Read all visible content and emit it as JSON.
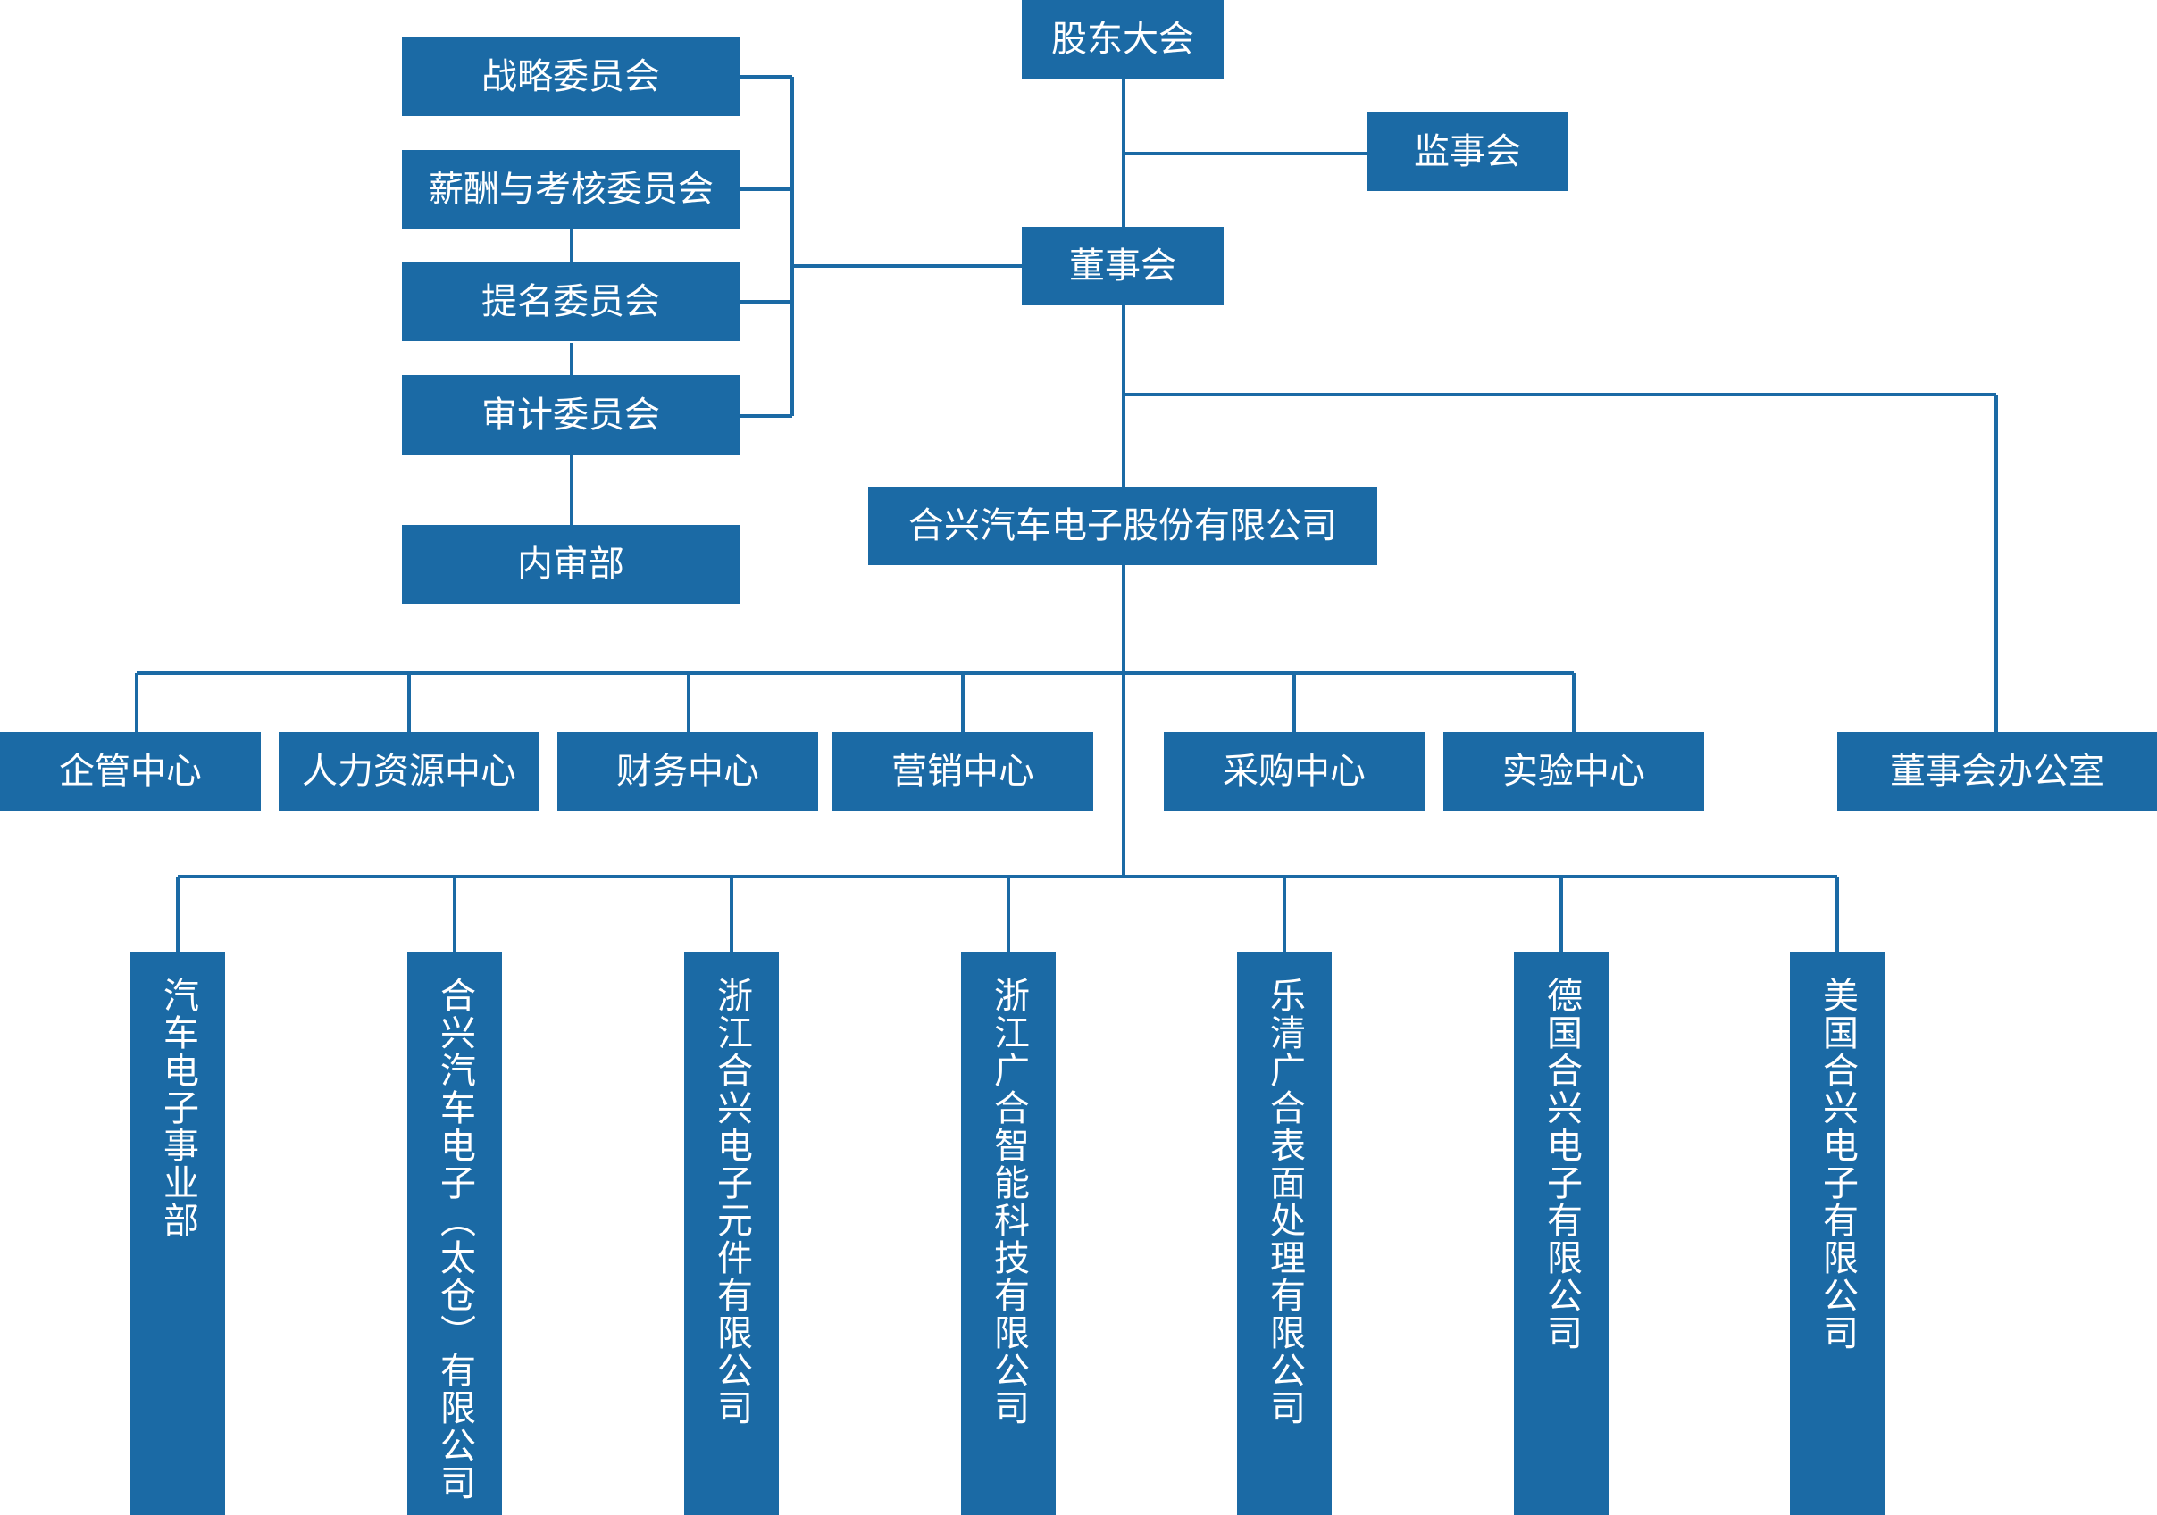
{
  "chart": {
    "shareholders": "股东大会",
    "supervisory": "监事会",
    "board": "董事会",
    "committees": {
      "strategy": "战略委员会",
      "compensation": "薪酬与考核委员会",
      "nomination": "提名委员会",
      "audit": "审计委员会",
      "internal_audit": "内审部"
    },
    "company": "合兴汽车电子股份有限公司",
    "board_office": "董事会办公室",
    "centers": [
      "企管中心",
      "人力资源中心",
      "财务中心",
      "营销中心",
      "采购中心",
      "实验中心"
    ],
    "subsidiaries": [
      "汽车电子事业部",
      "合兴汽车电子（太仓）有限公司",
      "浙江合兴电子元件有限公司",
      "浙江广合智能科技有限公司",
      "乐清广合表面处理有限公司",
      "德国合兴电子有限公司",
      "美国合兴电子有限公司"
    ]
  },
  "colors": {
    "box": "#1b6aa5",
    "line": "#1b6aa5",
    "text": "#ffffff"
  }
}
